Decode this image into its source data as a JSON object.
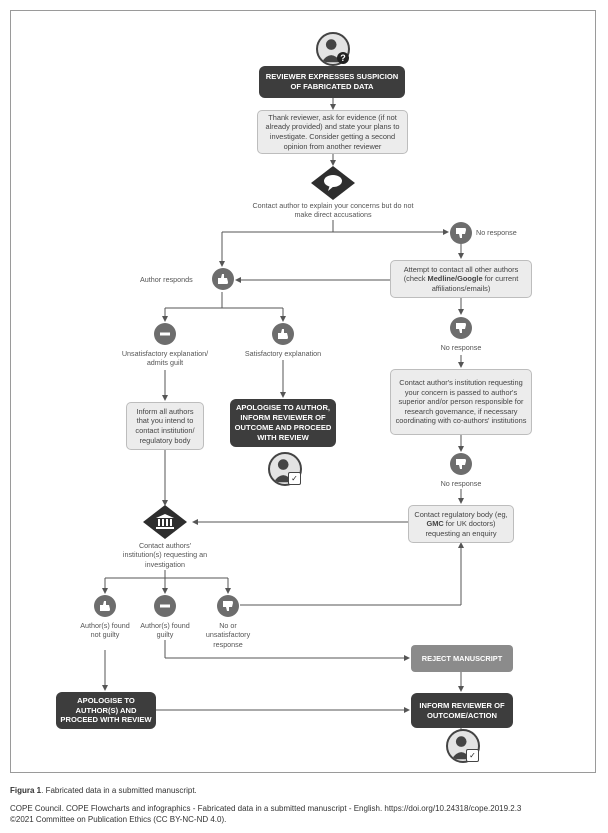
{
  "nodes": {
    "start": "REVIEWER EXPRESSES SUSPICION OF FABRICATED DATA",
    "thank": "Thank reviewer, ask for evidence (if not already provided) and state your plans to investigate. Consider getting a second opinion from another reviewer",
    "contact_author": "Contact author to explain your concerns but do not make direct accusations",
    "no_response_1": "No response",
    "attempt_contact_pre": "Attempt to contact all other authors (check ",
    "attempt_contact_bold": "Medline/Google",
    "attempt_contact_post": " for current affiliations/emails)",
    "author_responds": "Author responds",
    "unsatisfactory": "Unsatisfactory explanation/ admits guilt",
    "satisfactory": "Satisfactory explanation",
    "no_response_2": "No response",
    "inform_authors": "Inform all authors that you intend to contact institution/ regulatory body",
    "apologise_author": "APOLOGISE TO AUTHOR, INFORM REVIEWER OF OUTCOME AND PROCEED WITH REVIEW",
    "contact_institution": "Contact author's institution requesting your concern is passed to author's superior and/or person responsible for research governance, if necessary coordinating with co-authors' institutions",
    "no_response_3": "No response",
    "regulatory_pre": "Contact regulatory body (eg, ",
    "regulatory_bold": "GMC",
    "regulatory_post": " for UK doctors) requesting an enquiry",
    "contact_institutions_investigation": "Contact authors' institution(s) requesting an investigation",
    "not_guilty": "Author(s) found not guilty",
    "found_guilty": "Author(s) found guilty",
    "no_unsat": "No or unsatisfactory response",
    "reject": "REJECT MANUSCRIPT",
    "apologise_authors": "APOLOGISE TO AUTHOR(S) AND PROCEED WITH REVIEW",
    "inform_reviewer": "INFORM REVIEWER OF OUTCOME/ACTION"
  },
  "caption": {
    "label": "Figura 1",
    "text": ". Fabricated data in a submitted manuscript."
  },
  "footer": {
    "line1": "COPE Council. COPE Flowcharts and infographics - Fabricated data in a submitted manuscript - English. https://doi.org/10.24318/cope.2019.2.3",
    "line2": "©2021 Committee on Publication Ethics (CC BY-NC-ND 4.0)."
  },
  "icons": {
    "reviewer_top": "person-question-icon",
    "speech": "speech-bubble-icon",
    "thumbs_down": "thumbs-down-icon",
    "thumbs_up": "thumbs-up-icon",
    "no_entry": "no-entry-icon",
    "institution": "institution-icon",
    "reviewer_done": "person-check-icon"
  },
  "colors": {
    "dark_box": "#3d3d3d",
    "light_box": "#ececec",
    "icon_grey": "#6d6d6d",
    "reject_box": "#8b8b8b"
  }
}
